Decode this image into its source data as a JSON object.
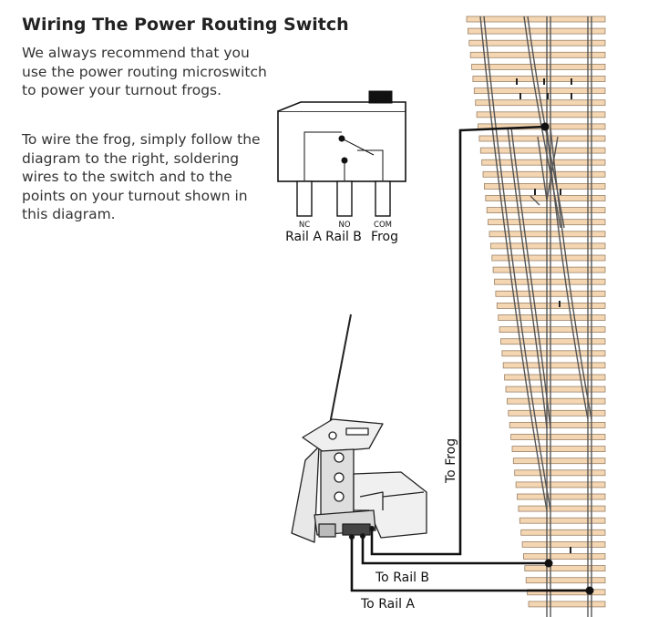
{
  "heading": "Wiring The Power Routing Switch",
  "paragraphs": [
    "We always recommend that you use the power routing microswitch to power your turnout frogs.",
    "To wire the frog, simply follow the diagram to the right, soldering wires to the switch and to the points on your turnout shown in this diagram."
  ],
  "switch_diagram": {
    "pins": [
      {
        "code": "NC",
        "name": "Rail A"
      },
      {
        "code": "NO",
        "name": "Rail B"
      },
      {
        "code": "COM",
        "name": "Frog"
      }
    ]
  },
  "wires": {
    "frog": "To Frog",
    "rail_b": "To Rail B",
    "rail_a": "To Rail A"
  },
  "colors": {
    "sleeper_fill": "#f5d6b2",
    "sleeper_stroke": "#9a8268",
    "rail": "#555555",
    "wire": "#111111",
    "heading": "#222222",
    "text": "#333333"
  }
}
